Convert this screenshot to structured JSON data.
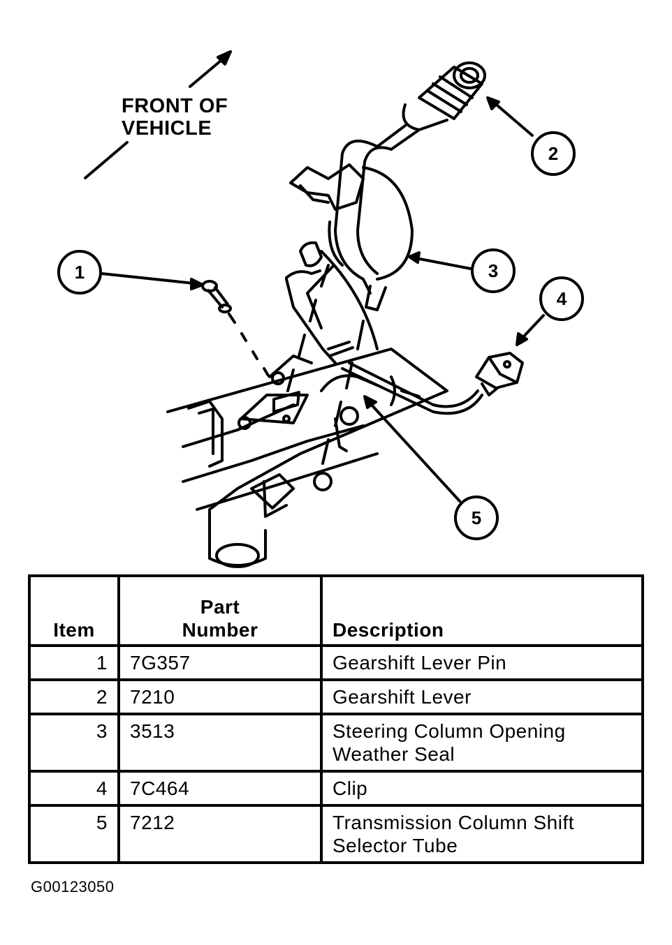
{
  "diagram": {
    "front_label": [
      "FRONT OF",
      "VEHICLE"
    ],
    "callouts": [
      "1",
      "2",
      "3",
      "4",
      "5"
    ]
  },
  "table": {
    "headers": {
      "item": "Item",
      "part_line1": "Part",
      "part_line2": "Number",
      "description": "Description"
    },
    "rows": [
      {
        "item": "1",
        "part": "7G357",
        "desc": [
          "Gearshift Lever Pin"
        ]
      },
      {
        "item": "2",
        "part": "7210",
        "desc": [
          "Gearshift Lever"
        ]
      },
      {
        "item": "3",
        "part": "3513",
        "desc": [
          "Steering Column Opening",
          "Weather Seal"
        ]
      },
      {
        "item": "4",
        "part": "7C464",
        "desc": [
          "Clip"
        ]
      },
      {
        "item": "5",
        "part": "7212",
        "desc": [
          "Transmission Column Shift",
          "Selector Tube"
        ]
      }
    ]
  },
  "figure_code": "G00123050"
}
